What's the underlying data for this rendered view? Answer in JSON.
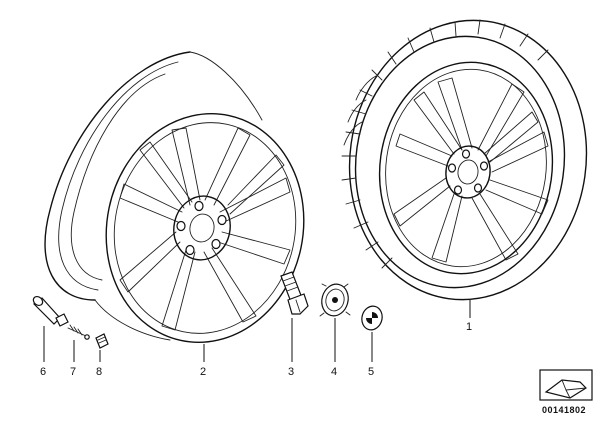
{
  "callouts": [
    {
      "label": "1",
      "part": "complete-wheel-with-tire"
    },
    {
      "label": "2",
      "part": "light-alloy-rim"
    },
    {
      "label": "3",
      "part": "wheel-bolt"
    },
    {
      "label": "4",
      "part": "hub-cap-with-chrome-edge"
    },
    {
      "label": "5",
      "part": "emblem"
    },
    {
      "label": "6",
      "part": "valve"
    },
    {
      "label": "7",
      "part": "valve-insert"
    },
    {
      "label": "8",
      "part": "valve-cap"
    }
  ],
  "document_number": "00141802",
  "colors": {
    "line": "#111111",
    "background": "#ffffff"
  }
}
